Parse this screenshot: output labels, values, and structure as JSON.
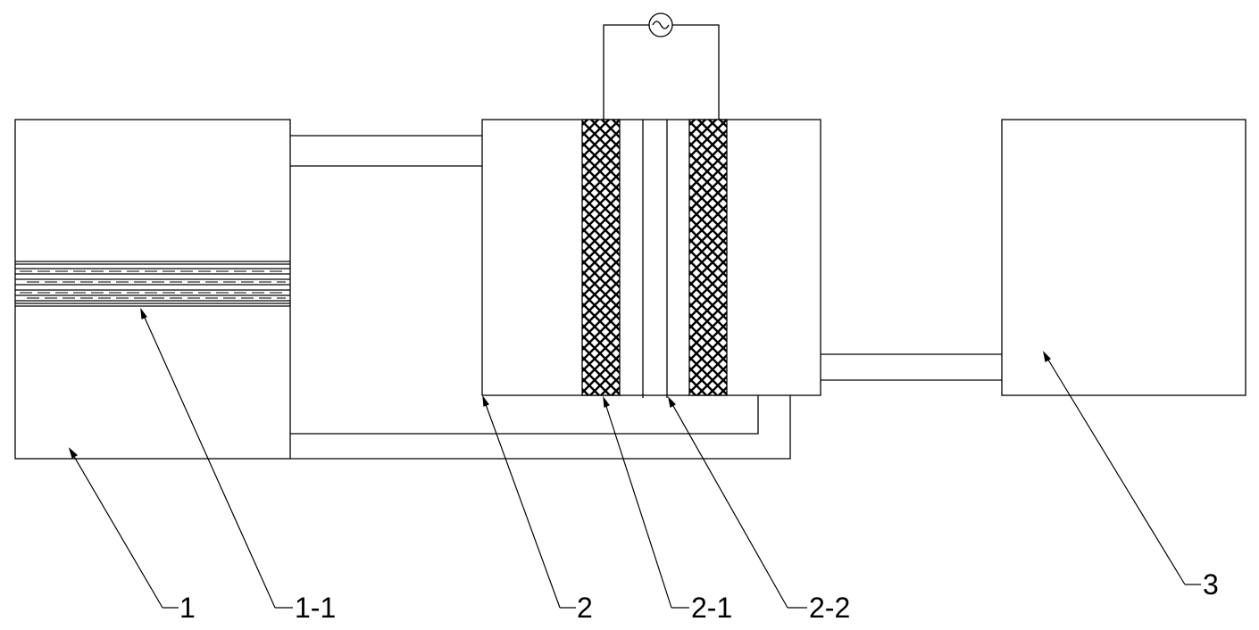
{
  "labels": {
    "unit1": "1",
    "unit1_1": "1-1",
    "unit2": "2",
    "unit2_1": "2-1",
    "unit2_2": "2-2",
    "unit3": "3"
  },
  "symbols": {
    "ac_source": "ac-source-icon"
  },
  "colors": {
    "line": "#000000",
    "background": "#ffffff"
  }
}
